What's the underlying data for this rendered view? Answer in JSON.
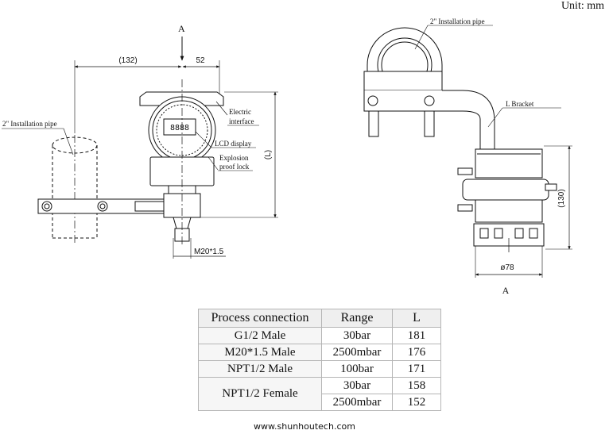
{
  "unit_label": "Unit: mm",
  "front_view": {
    "view_arrow_label": "A",
    "dim_132": "(132)",
    "dim_52": "52",
    "dim_L": "(L)",
    "dim_m20": "M20*1.5",
    "pipe_label": "2\" Installation pipe",
    "electric_interface": [
      "Electric",
      "interface"
    ],
    "lcd_display": "LCD display",
    "explosion_lock": [
      "Explosion",
      "proof lock"
    ],
    "lcd_readout": "8888"
  },
  "side_view": {
    "pipe_label": "2\" Installation pipe",
    "bracket_label": "L Bracket",
    "dim_130": "(130)",
    "dim_78": "ø78",
    "view_letter": "A"
  },
  "table": {
    "headers": [
      "Process connection",
      "Range",
      "L"
    ],
    "rows": [
      {
        "connection": "G1/2 Male",
        "range": "30bar",
        "L": "181"
      },
      {
        "connection": "M20*1.5 Male",
        "range": "2500mbar",
        "L": "176"
      },
      {
        "connection": "NPT1/2 Male",
        "range": "100bar",
        "L": "171"
      },
      {
        "connection": "NPT1/2 Female",
        "range": "30bar",
        "L": "158"
      },
      {
        "connection": "",
        "range": "2500mbar",
        "L": "152"
      }
    ]
  },
  "website": "www.shunhoutech.com"
}
